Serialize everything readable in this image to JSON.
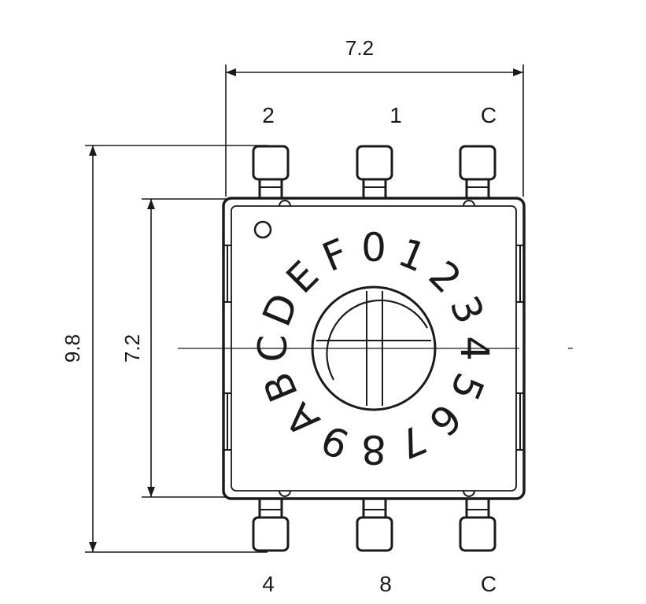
{
  "dimensions": {
    "overall_width": "7.2",
    "overall_height": "9.8",
    "body_height": "7.2"
  },
  "pins": {
    "top": [
      "2",
      "1",
      "C"
    ],
    "bottom": [
      "4",
      "8",
      "C"
    ]
  },
  "dial": {
    "positions": [
      "0",
      "1",
      "2",
      "3",
      "4",
      "5",
      "6",
      "7",
      "8",
      "9",
      "A",
      "B",
      "C",
      "D",
      "E",
      "F"
    ]
  },
  "colors": {
    "line": "#1a1a1a",
    "background": "#ffffff"
  }
}
